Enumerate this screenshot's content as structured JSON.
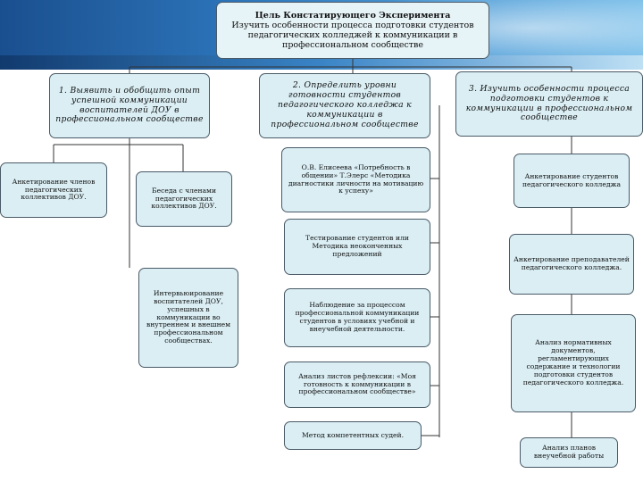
{
  "goal": {
    "title": "Цель Констатирующего Эксперимента",
    "text": "Изучить особенности процесса подготовки студентов педагогических колледжей к коммуникации в профессиональном сообществе"
  },
  "tasks": [
    {
      "label": "1. Выявить и обобщить опыт успешной коммуникации воспитателей ДОУ в профессиональном сообществе",
      "methods": [
        "Анкетирование членов педагогических коллективов ДОУ.",
        "Беседа с членами педагогических коллективов ДОУ.",
        "Интервьюирование воспитателей ДОУ, успешных в коммуникации во внутреннем и внешнем профессиональном сообществах."
      ]
    },
    {
      "label": "2. Определить уровни готовности студентов педагогического колледжа к коммуникации в профессиональном сообществе",
      "methods": [
        "О.В. Елисеева «Потребность в общении» Т.Элерс «Методика диагностики личности на мотивацию к успеху»",
        "Тестирование студентов или Методика неоконченных предложений",
        "Наблюдение за процессом профессиональной коммуникации студентов в условиях учебной и внеучебной деятельности.",
        "Анализ листов рефлексии: «Моя готовность к коммуникации в профессиональном сообществе»",
        "Метод компетентных судей."
      ]
    },
    {
      "label": "3. Изучить особенности процесса подготовки студентов к коммуникации в профессиональном сообществе",
      "methods": [
        "Анкетирование студентов педагогического колледжа",
        "Анкетирование преподавателей педагогического колледжа.",
        "Анализ нормативных документов, регламентирующих содержание и технологии подготовки студентов педагогического колледжа.",
        "Анализ планов внеучебной работы"
      ]
    }
  ]
}
